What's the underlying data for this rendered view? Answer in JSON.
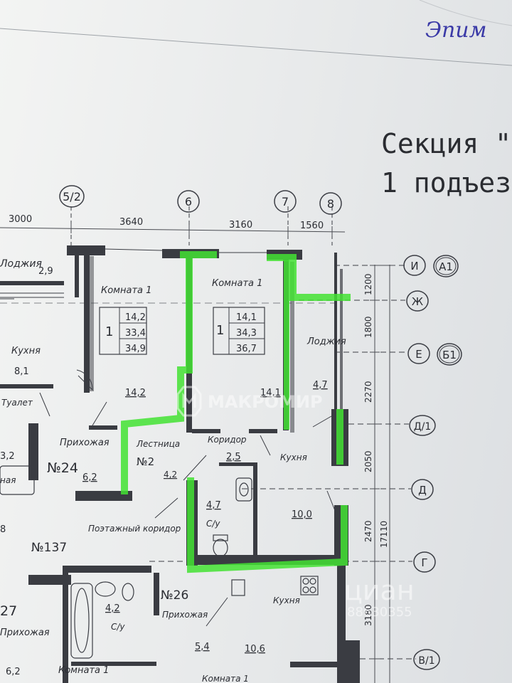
{
  "header": {
    "handwriting": "Эпим",
    "section_title": "Секция \"",
    "entrance": "1 подъез"
  },
  "axes": {
    "top": [
      "5/2",
      "6",
      "7",
      "8"
    ],
    "right": [
      "И",
      "Ж",
      "Е",
      "Д/1",
      "Д",
      "Г",
      "В/1"
    ],
    "right_alt": [
      "А1",
      "Б1"
    ]
  },
  "dimensions": {
    "top": [
      "3000",
      "3640",
      "3160",
      "1560"
    ],
    "right": [
      "1200",
      "1800",
      "2270",
      "2050",
      "2470",
      "3180"
    ],
    "right_total": "17110"
  },
  "apartments": {
    "left": {
      "rooms": [
        "Лоджия",
        "Кухня",
        "Туалет",
        "Прихожая",
        "ная",
        "Прихожая",
        "Комната 1"
      ],
      "areas": [
        "2,9",
        "8,1",
        "3,2",
        "8",
        "6,2"
      ],
      "number": "№24",
      "number_lower": "27"
    },
    "apt_a": {
      "room_label": "Комната 1",
      "rooms_count": "1",
      "table": [
        "14,2",
        "33,4",
        "34,9"
      ],
      "room_area": "14,2",
      "hall_area": "6,2"
    },
    "apt_b": {
      "room_label": "Комната 1",
      "rooms_count": "1",
      "table": [
        "14,1",
        "34,3",
        "36,7"
      ],
      "room_area": "14,1",
      "loggia_label": "Лоджия",
      "loggia_area": "4,7",
      "kitchen_label": "Кухня",
      "kitchen_area": "10,0",
      "corridor_label": "Коридор",
      "corridor_area": "2,5",
      "wc_area": "4,7",
      "wc_label": "С/у"
    },
    "stair": {
      "label": "Лестница",
      "number": "№2",
      "landing_area": "4,2",
      "floor_corridor": "Поэтажный коридор",
      "corridor_number": "№137"
    },
    "apt_26": {
      "number": "№26",
      "hall": "Прихожая",
      "wc_area": "4,2",
      "wc_label": "С/у",
      "kitchen_label": "Кухня",
      "kitchen_area": "10,6",
      "other_area": "5,4",
      "room_label": "Комната 1"
    }
  },
  "watermarks": {
    "center": "МАКРОМИР",
    "corner": "циан",
    "corner_number": "88630355"
  },
  "colors": {
    "highlight": "#43e233",
    "ink": "#2b2d33",
    "paper": "#eceeee"
  }
}
